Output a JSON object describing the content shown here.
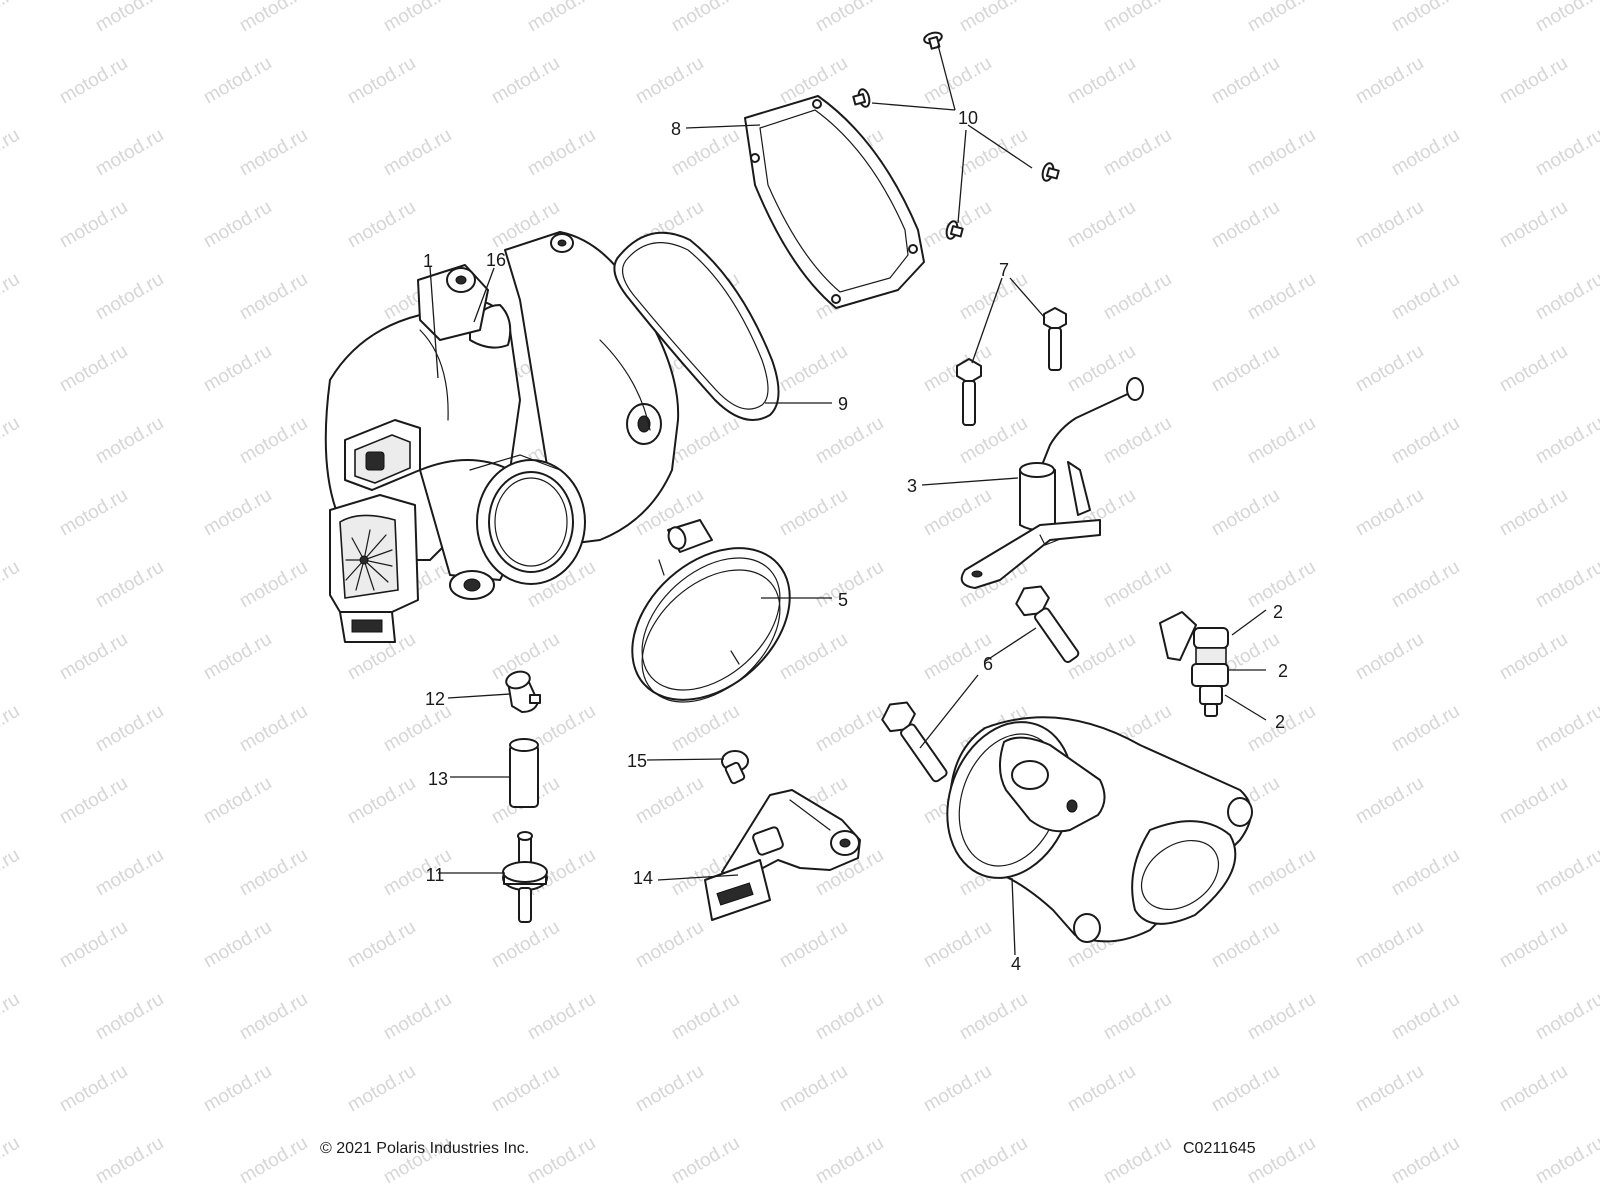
{
  "watermark": "motod.ru",
  "callouts": [
    "1",
    "2",
    "2",
    "2",
    "3",
    "4",
    "5",
    "6",
    "7",
    "8",
    "9",
    "10",
    "11",
    "12",
    "13",
    "14",
    "15",
    "16"
  ],
  "footer": {
    "copyright": "© 2021 Polaris Industries Inc.",
    "diagram_code": "C0211645"
  },
  "colors": {
    "line": "#1a1a1a",
    "watermark": "#d6d6d6",
    "background": "#ffffff"
  }
}
